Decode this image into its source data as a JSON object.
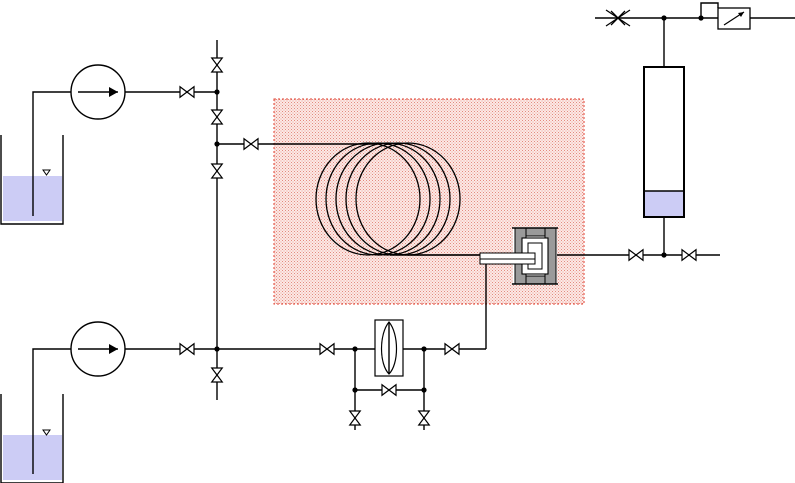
{
  "diagram": {
    "type": "process-flow-schematic",
    "colors": {
      "line": "#000000",
      "liquid": "#ccccf5",
      "thermostat_zone_fill": "#f6d8d3",
      "thermostat_zone_border": "#e04030",
      "column_body": "#9a9a9a",
      "background": "#ffffff"
    },
    "components": {
      "reservoirs": [
        "upper-reservoir",
        "lower-reservoir"
      ],
      "pumps": [
        "upper-pump",
        "lower-pump"
      ],
      "heated_zone": [
        "coil",
        "reactor-cell"
      ],
      "restrictor": "flow-restrictor",
      "separator": "gas-liquid-separator",
      "vent": [
        "needle-valve",
        "back-pressure-regulator"
      ]
    }
  }
}
